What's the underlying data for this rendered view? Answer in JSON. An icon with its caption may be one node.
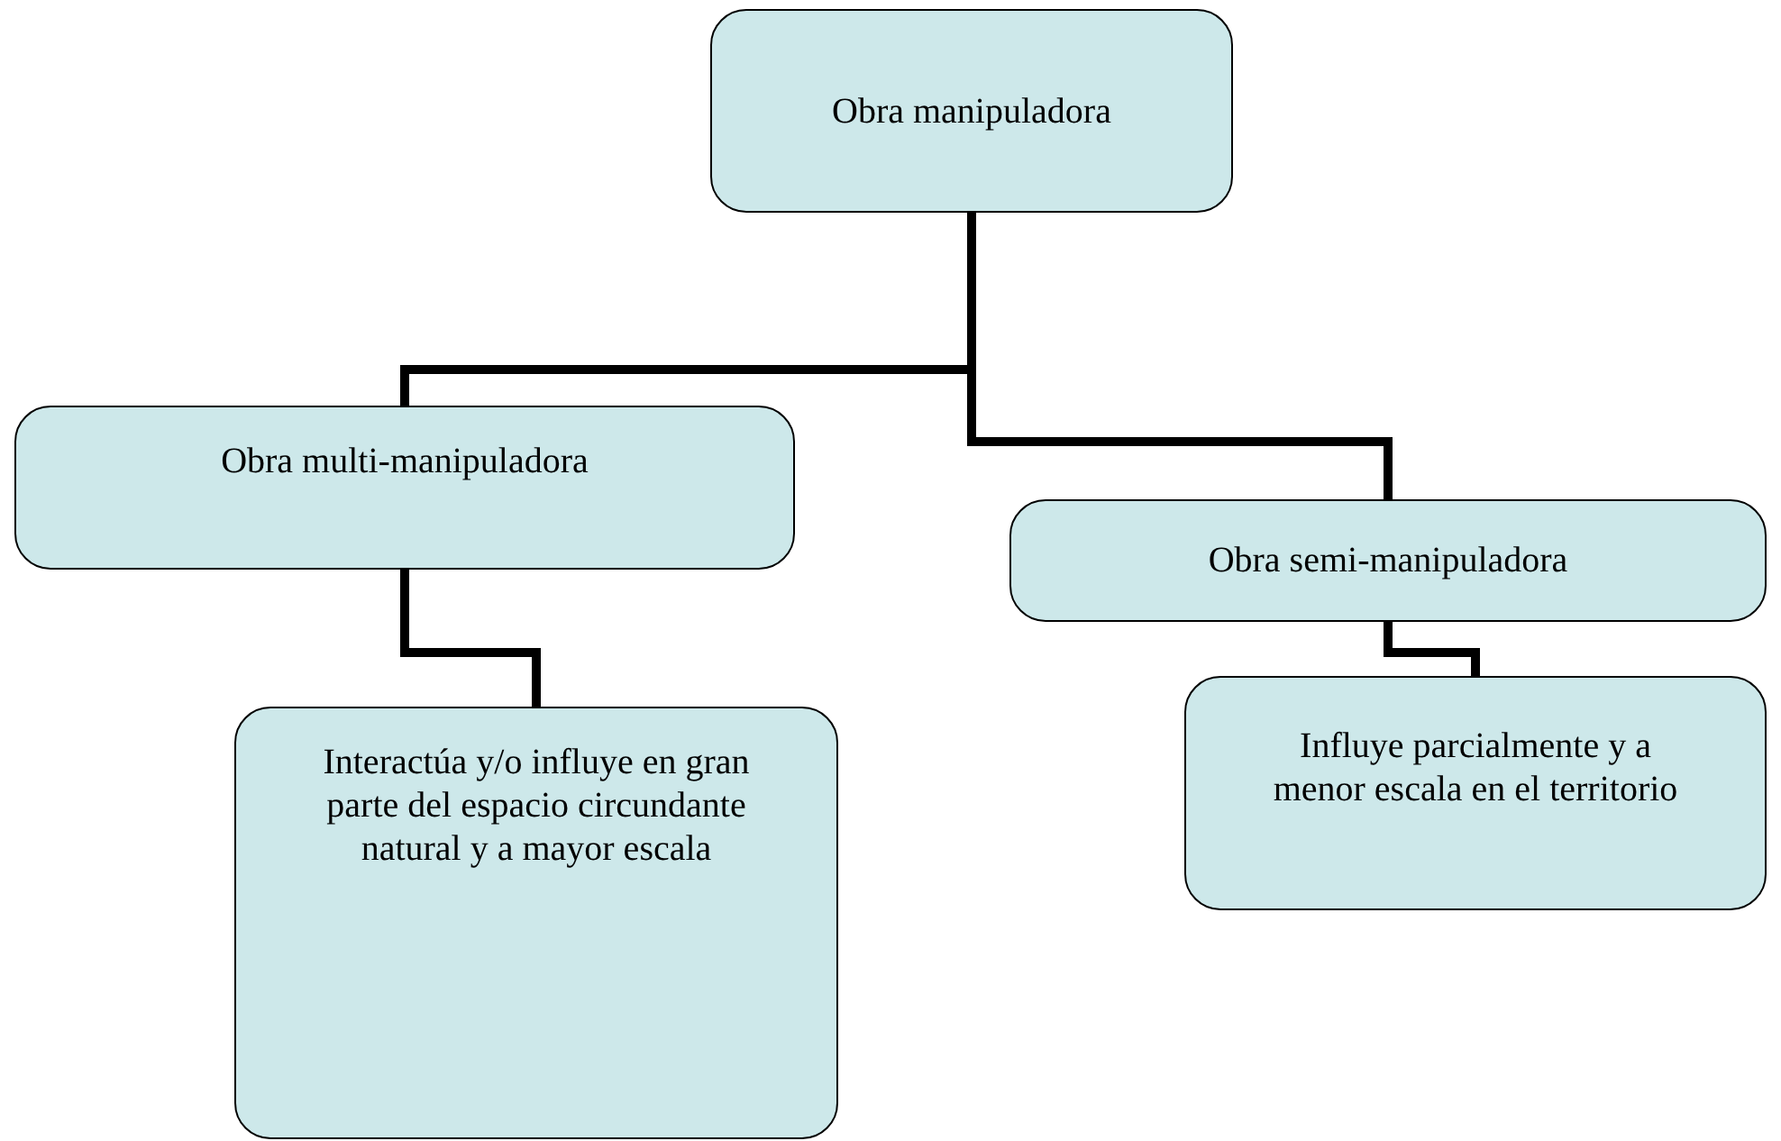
{
  "diagram": {
    "nodes": [
      {
        "text": [
          "Obra manipuladora"
        ]
      },
      {
        "text": [
          "Obra multi-manipuladora"
        ]
      },
      {
        "text": [
          "Obra semi-manipuladora"
        ]
      },
      {
        "text": [
          "Interactúa y/o influye en gran parte del espacio circundante natural y a mayor escala"
        ]
      },
      {
        "text": [
          "Influye parcialmente y a menor escala en el territorio"
        ]
      }
    ],
    "edges": [
      {
        "from": 0,
        "to": 1,
        "arrow": "none"
      },
      {
        "from": 0,
        "to": 2,
        "arrow": "none"
      },
      {
        "from": 1,
        "to": 3,
        "arrow": "none"
      },
      {
        "from": 2,
        "to": 4,
        "arrow": "none"
      }
    ]
  }
}
